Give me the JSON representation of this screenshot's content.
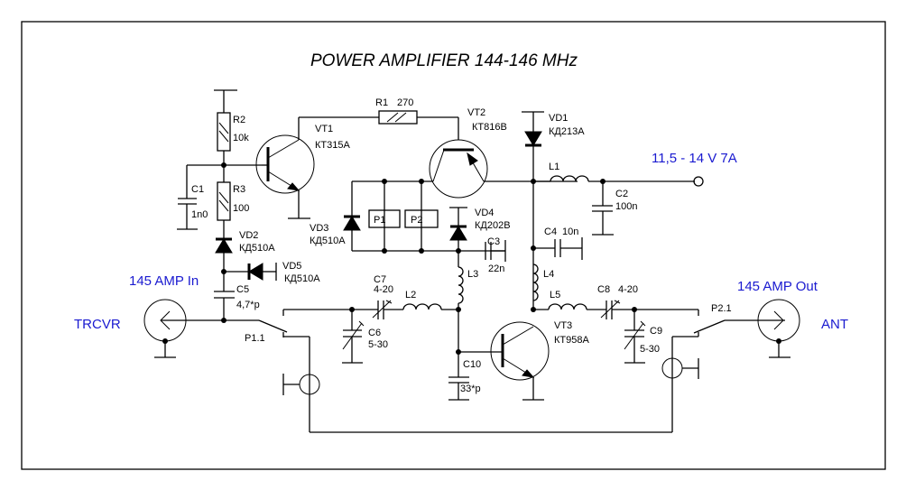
{
  "title": "POWER  AMPLIFIER  144-146 MHz",
  "power_supply": "11,5 - 14 V  7A",
  "ports": {
    "input_label": "145 AMP In",
    "input_side": "TRCVR",
    "output_label": "145 AMP Out",
    "output_side": "ANT"
  },
  "relay_contacts": {
    "p1": "P1.1",
    "p2": "P2.1"
  },
  "relays": {
    "p1": "P1",
    "p2": "P2"
  },
  "resistors": {
    "r1": {
      "ref": "R1",
      "value": "270"
    },
    "r2": {
      "ref": "R2",
      "value": "10k"
    },
    "r3": {
      "ref": "R3",
      "value": "100"
    }
  },
  "capacitors": {
    "c1": {
      "ref": "C1",
      "value": "1n0"
    },
    "c2": {
      "ref": "C2",
      "value": "100n"
    },
    "c3": {
      "ref": "C3",
      "value": "22n"
    },
    "c4": {
      "ref": "C4",
      "value": "10n"
    },
    "c5": {
      "ref": "C5",
      "value": "4,7*p"
    },
    "c6": {
      "ref": "C6",
      "value": "5-30"
    },
    "c7": {
      "ref": "C7",
      "value": "4-20"
    },
    "c8": {
      "ref": "C8",
      "value": "4-20"
    },
    "c9": {
      "ref": "C9",
      "value": "5-30"
    },
    "c10": {
      "ref": "C10",
      "value": "33*p"
    }
  },
  "inductors": {
    "l1": "L1",
    "l2": "L2",
    "l3": "L3",
    "l4": "L4",
    "l5": "L5"
  },
  "transistors": {
    "vt1": {
      "ref": "VT1",
      "type": "КТ315А"
    },
    "vt2": {
      "ref": "VT2",
      "type": "КТ816В"
    },
    "vt3": {
      "ref": "VT3",
      "type": "КТ958А"
    }
  },
  "diodes": {
    "vd1": {
      "ref": "VD1",
      "type": "КД213А"
    },
    "vd2": {
      "ref": "VD2",
      "type": "КД510А"
    },
    "vd3": {
      "ref": "VD3",
      "type": "КД510А"
    },
    "vd4": {
      "ref": "VD4",
      "type": "КД202В"
    },
    "vd5": {
      "ref": "VD5",
      "type": "КД510А"
    }
  },
  "colors": {
    "annotation": "#1a1ad0",
    "lines": "#000000",
    "background": "#ffffff"
  }
}
